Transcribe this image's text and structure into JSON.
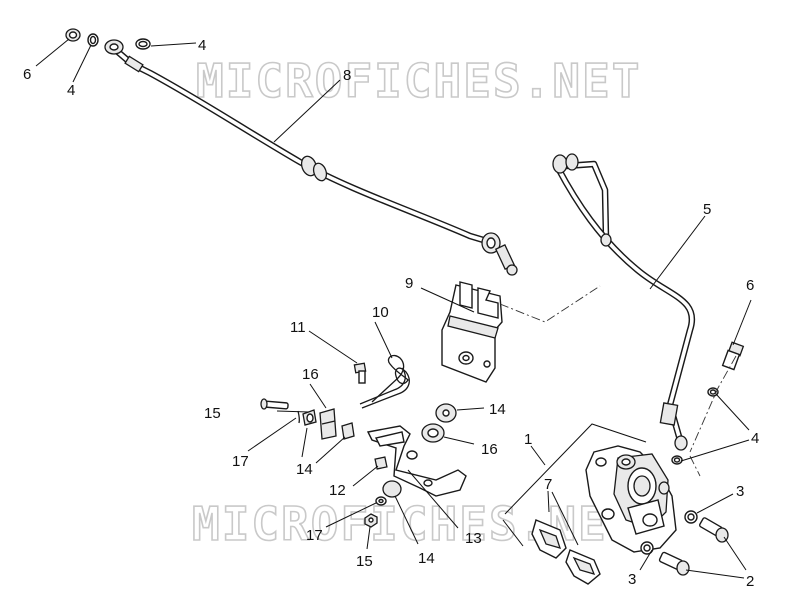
{
  "watermark": {
    "top": "MICROFICHES.NET",
    "bottom": "MICROFICHES.NET"
  },
  "labels": {
    "l1": "1",
    "l2": "2",
    "l3a": "3",
    "l3b": "3",
    "l4a": "4",
    "l4b": "4",
    "l4c": "4",
    "l5": "5",
    "l6a": "6",
    "l6b": "6",
    "l7": "7",
    "l8": "8",
    "l9": "9",
    "l10": "10",
    "l11": "11",
    "l12": "12",
    "l13": "13",
    "l14a": "14",
    "l14b": "14",
    "l14c": "14",
    "l15a": "15",
    "l15b": "15",
    "l16a": "16",
    "l16b": "16",
    "l17a": "17",
    "l17b": "17"
  }
}
